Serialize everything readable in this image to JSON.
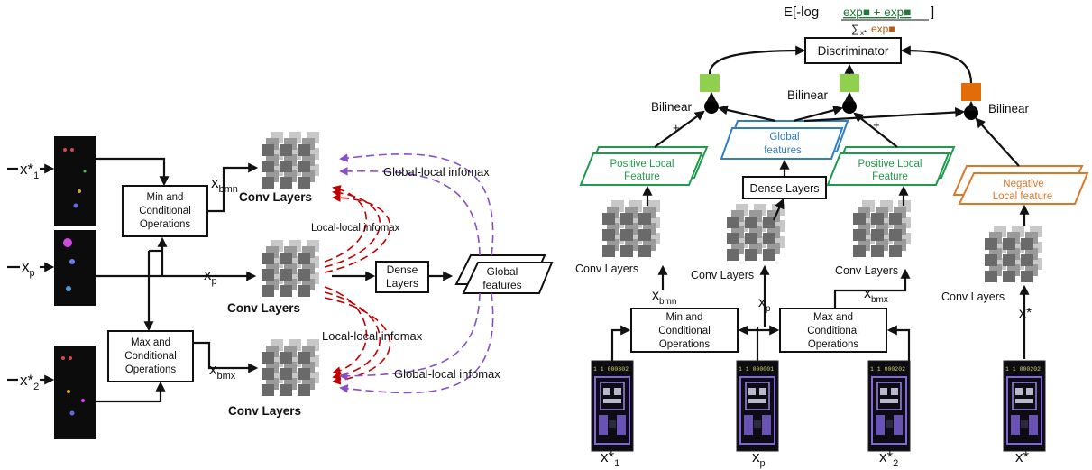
{
  "left": {
    "inputs": {
      "x1": {
        "base": "x*",
        "sub": "1"
      },
      "xp": {
        "base": "x",
        "sub": "p"
      },
      "x2": {
        "base": "x*",
        "sub": "2"
      }
    },
    "min_box": [
      "Min and",
      "Conditional",
      "Operations"
    ],
    "max_box": [
      "Max and",
      "Conditional",
      "Operations"
    ],
    "xbmn": {
      "base": "x",
      "sub": "bmn"
    },
    "xbmx": {
      "base": "x",
      "sub": "bmx"
    },
    "xp_mid": {
      "base": "x",
      "sub": "p"
    },
    "conv_label": "Conv Layers",
    "dense_box": [
      "Dense",
      "Layers"
    ],
    "global_box": [
      "Global",
      "features"
    ],
    "global_local_top": "Global-local infomax",
    "global_local_bottom": "Global-local infomax",
    "local_local_top": "Local-local infomax",
    "local_local_bottom": "Local-local infomax"
  },
  "right": {
    "formula": {
      "prefix": "E[-log",
      "num": "exp■ + exp■",
      "den_sum": "∑",
      "den_sub": "x*",
      "den_exp": "exp■",
      "suffix": "]"
    },
    "discriminator": "Discriminator",
    "bilinear": "Bilinear",
    "signs": {
      "plus1": "+",
      "plus2": "+",
      "minus": "-"
    },
    "pos_feature_1": [
      "Positive Local",
      "Feature"
    ],
    "pos_feature_2": [
      "Positive Local",
      "Feature"
    ],
    "neg_feature": [
      "Negative",
      "Local feature"
    ],
    "global_features": [
      "Global",
      "features"
    ],
    "dense_layers": "Dense Layers",
    "conv_label": "Conv Layers",
    "min_box": [
      "Min and",
      "Conditional",
      "Operations"
    ],
    "max_box": [
      "Max and",
      "Conditional",
      "Operations"
    ],
    "xbmn": {
      "base": "x",
      "sub": "bmn"
    },
    "xbmx": {
      "base": "x",
      "sub": "bmx"
    },
    "xp": {
      "base": "x",
      "sub": "p"
    },
    "xstar": "x*",
    "bottom_labels": {
      "x1": {
        "base": "x*",
        "sub": "1"
      },
      "xp": {
        "base": "x",
        "sub": "p"
      },
      "x2": {
        "base": "x*",
        "sub": "2"
      },
      "xs": {
        "base": "x*",
        "sub": ""
      }
    },
    "score_texts": [
      "1 1 000302",
      "1 1 000001",
      "1 1 000202",
      "1 1 000202"
    ]
  },
  "colors": {
    "green": "#1f9a4a",
    "blue": "#2f7fc2",
    "orange": "#d9782a",
    "red_dash": "#c00000",
    "purple_dash": "#8a4fc8",
    "green_square": "#8fd14f",
    "orange_square": "#e36c0a"
  }
}
